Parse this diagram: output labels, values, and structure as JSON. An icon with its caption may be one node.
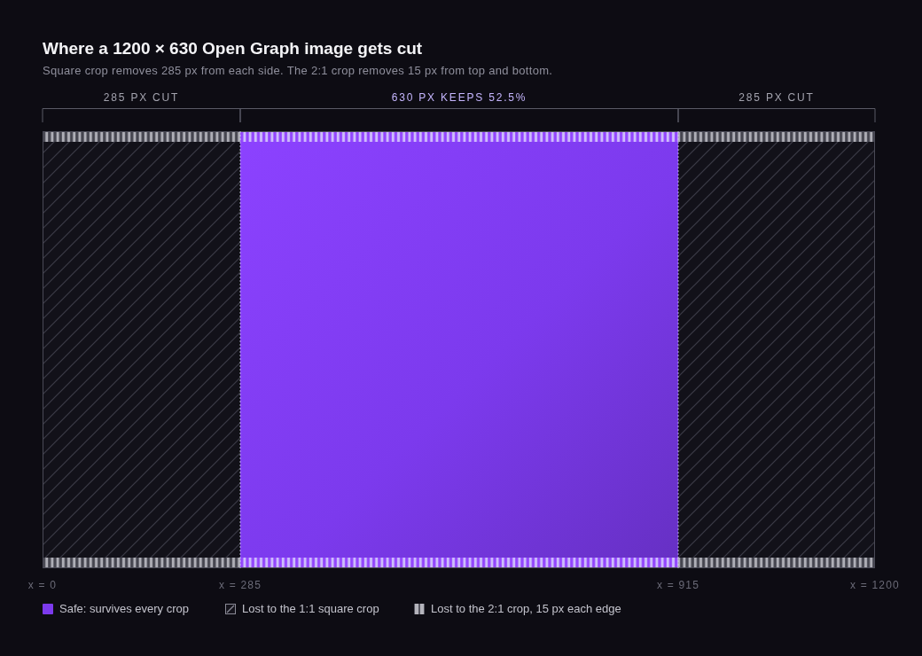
{
  "diagram": {
    "title": "Where a 1200 × 630 Open Graph image gets cut",
    "caption": "Square crop removes 285 px from each side. The 2:1 crop removes 15 px from top and bottom.",
    "labels": [
      "285 PX CUT",
      "630 PX KEEPS 52.5%",
      "285 PX CUT",
      "x = 0",
      "x = 285",
      "x = 915",
      "x = 1200"
    ],
    "legend": [
      {
        "text": "Safe: survives every crop",
        "color": "#7c3aed"
      },
      {
        "text": "Lost to the 1:1 square crop"
      },
      {
        "text": "Lost to the 2:1 crop, 15 px each edge"
      }
    ]
  }
}
